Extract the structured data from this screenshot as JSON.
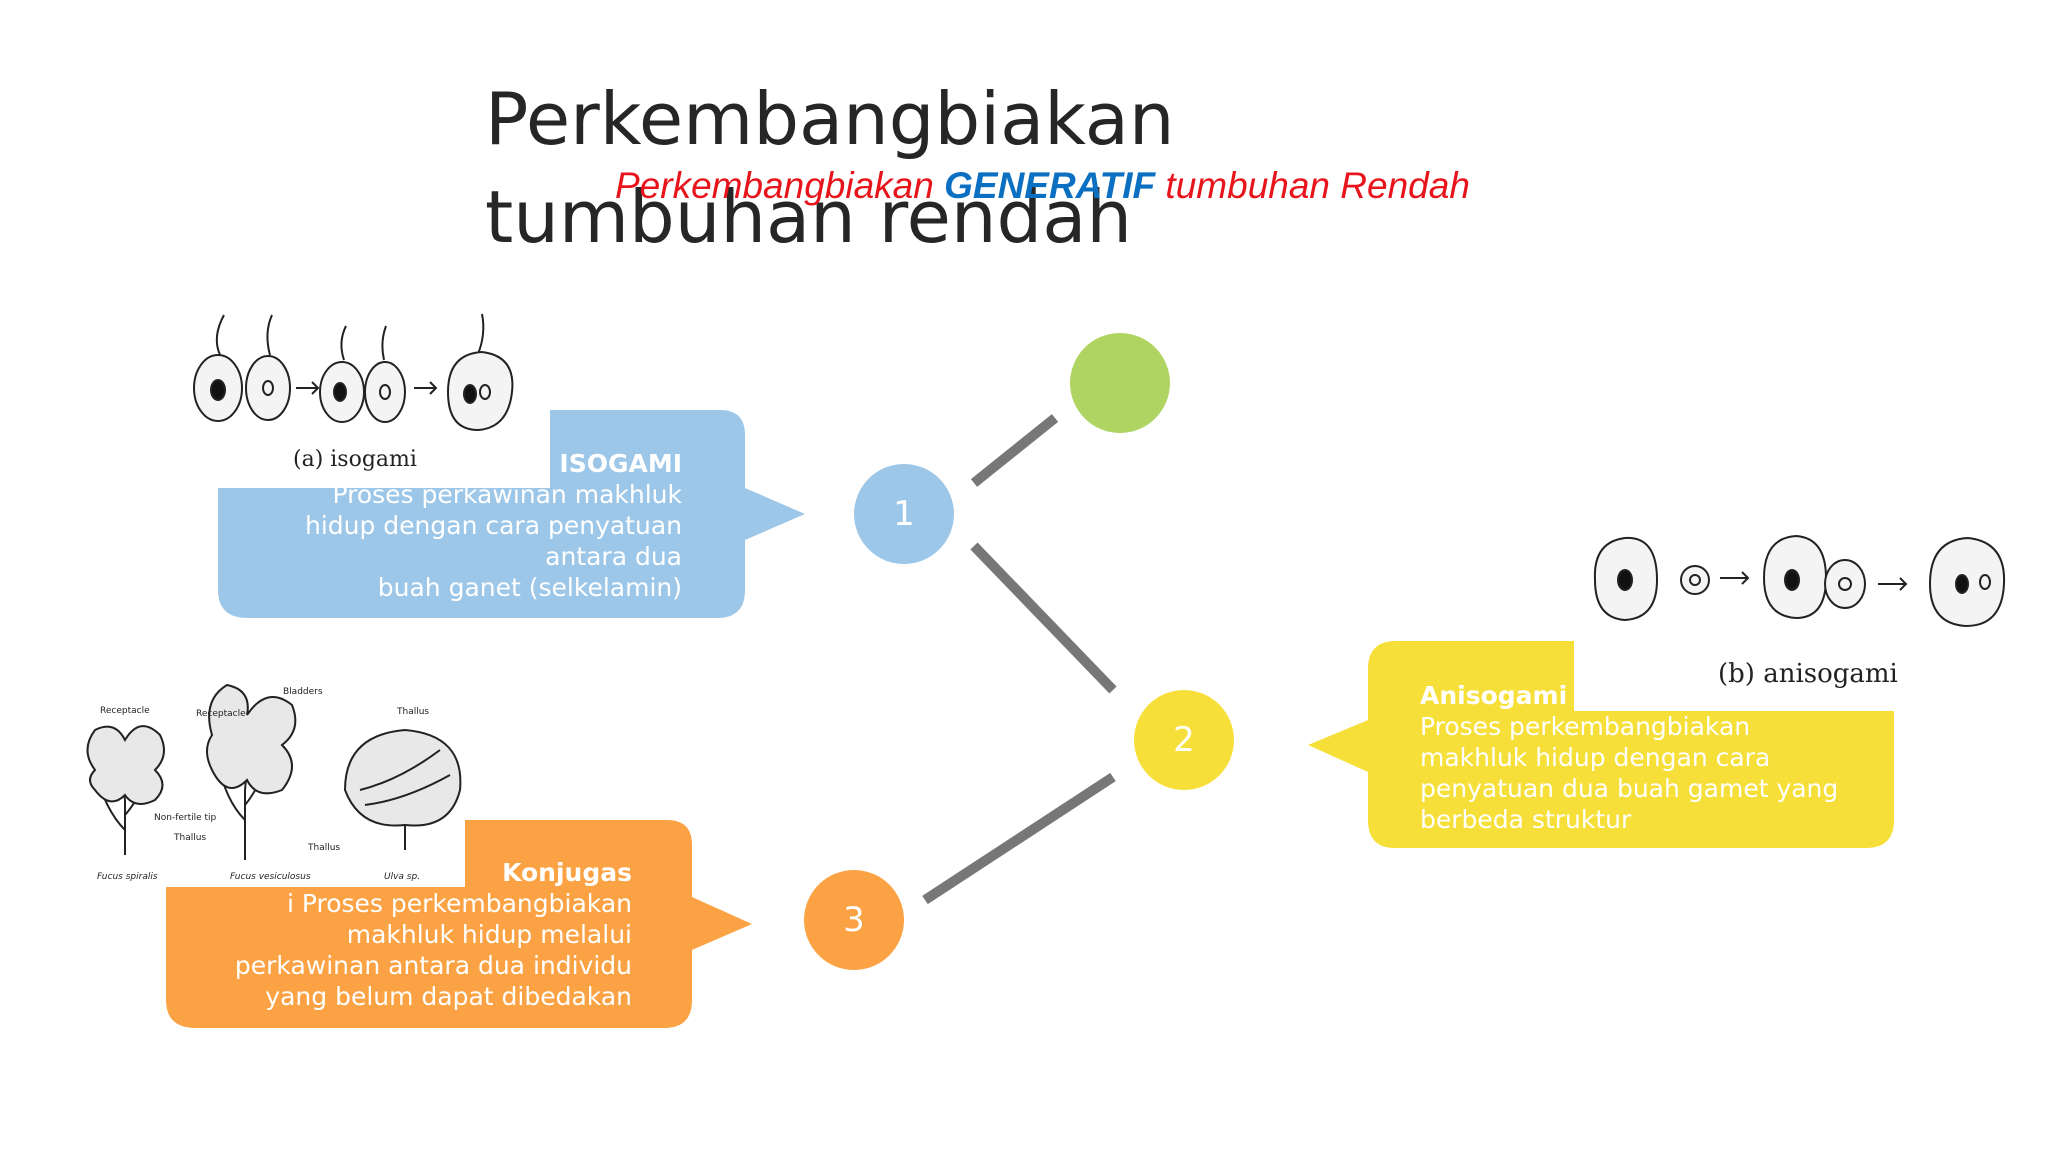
{
  "slide": {
    "title": "Perkembangbiakan tumbuhan rendah",
    "subtitle": {
      "part1": "Perkembangbiakan ",
      "part2": "GENERATIF",
      "part3": " tumbuhan Rendah"
    }
  },
  "colors": {
    "blue": "#9dc7e8",
    "yellow": "#f7df3a",
    "orange": "#fba344",
    "green": "#b0d462",
    "connector": "#777777",
    "subtitle_red": "#e8141b",
    "subtitle_blue": "#0b6fc2"
  },
  "nodes": [
    {
      "label": "1",
      "color": "blue"
    },
    {
      "label": "2",
      "color": "yellow"
    },
    {
      "label": "3",
      "color": "orange"
    },
    {
      "label": "",
      "color": "green"
    }
  ],
  "boxes": {
    "isogami": {
      "heading": "ISOGAMI",
      "lines": [
        "Proses perkawinan makhluk",
        "hidup  dengan cara penyatuan",
        "antara dua",
        "buah ganet (selkelamin)"
      ]
    },
    "anisogami": {
      "heading": "Anisogami",
      "lines": [
        "Proses perkembangbiakan",
        "makhluk  hidup dengan cara",
        "penyatuan dua  buah gamet yang",
        "berbeda struktur"
      ]
    },
    "konjugasi": {
      "heading": "Konjugas",
      "lines": [
        "i  Proses perkembangbiakan",
        "makhluk  hidup melalui",
        "perkawinan antara  dua individu",
        "yang belum dapat  dibedakan"
      ]
    }
  },
  "illustrations": {
    "isogami_caption": "(a) isogami",
    "anisogami_caption": "(b) anisogami",
    "algae_labels": {
      "receptacle": "Receptacle",
      "bladders": "Bladders",
      "thallus": "Thallus",
      "non_fertile_tip": "Non-fertile tip",
      "fucus_spiralis": "Fucus spiralis",
      "fucus_vesiculosus": "Fucus vesiculosus",
      "ulva": "Ulva sp."
    }
  }
}
